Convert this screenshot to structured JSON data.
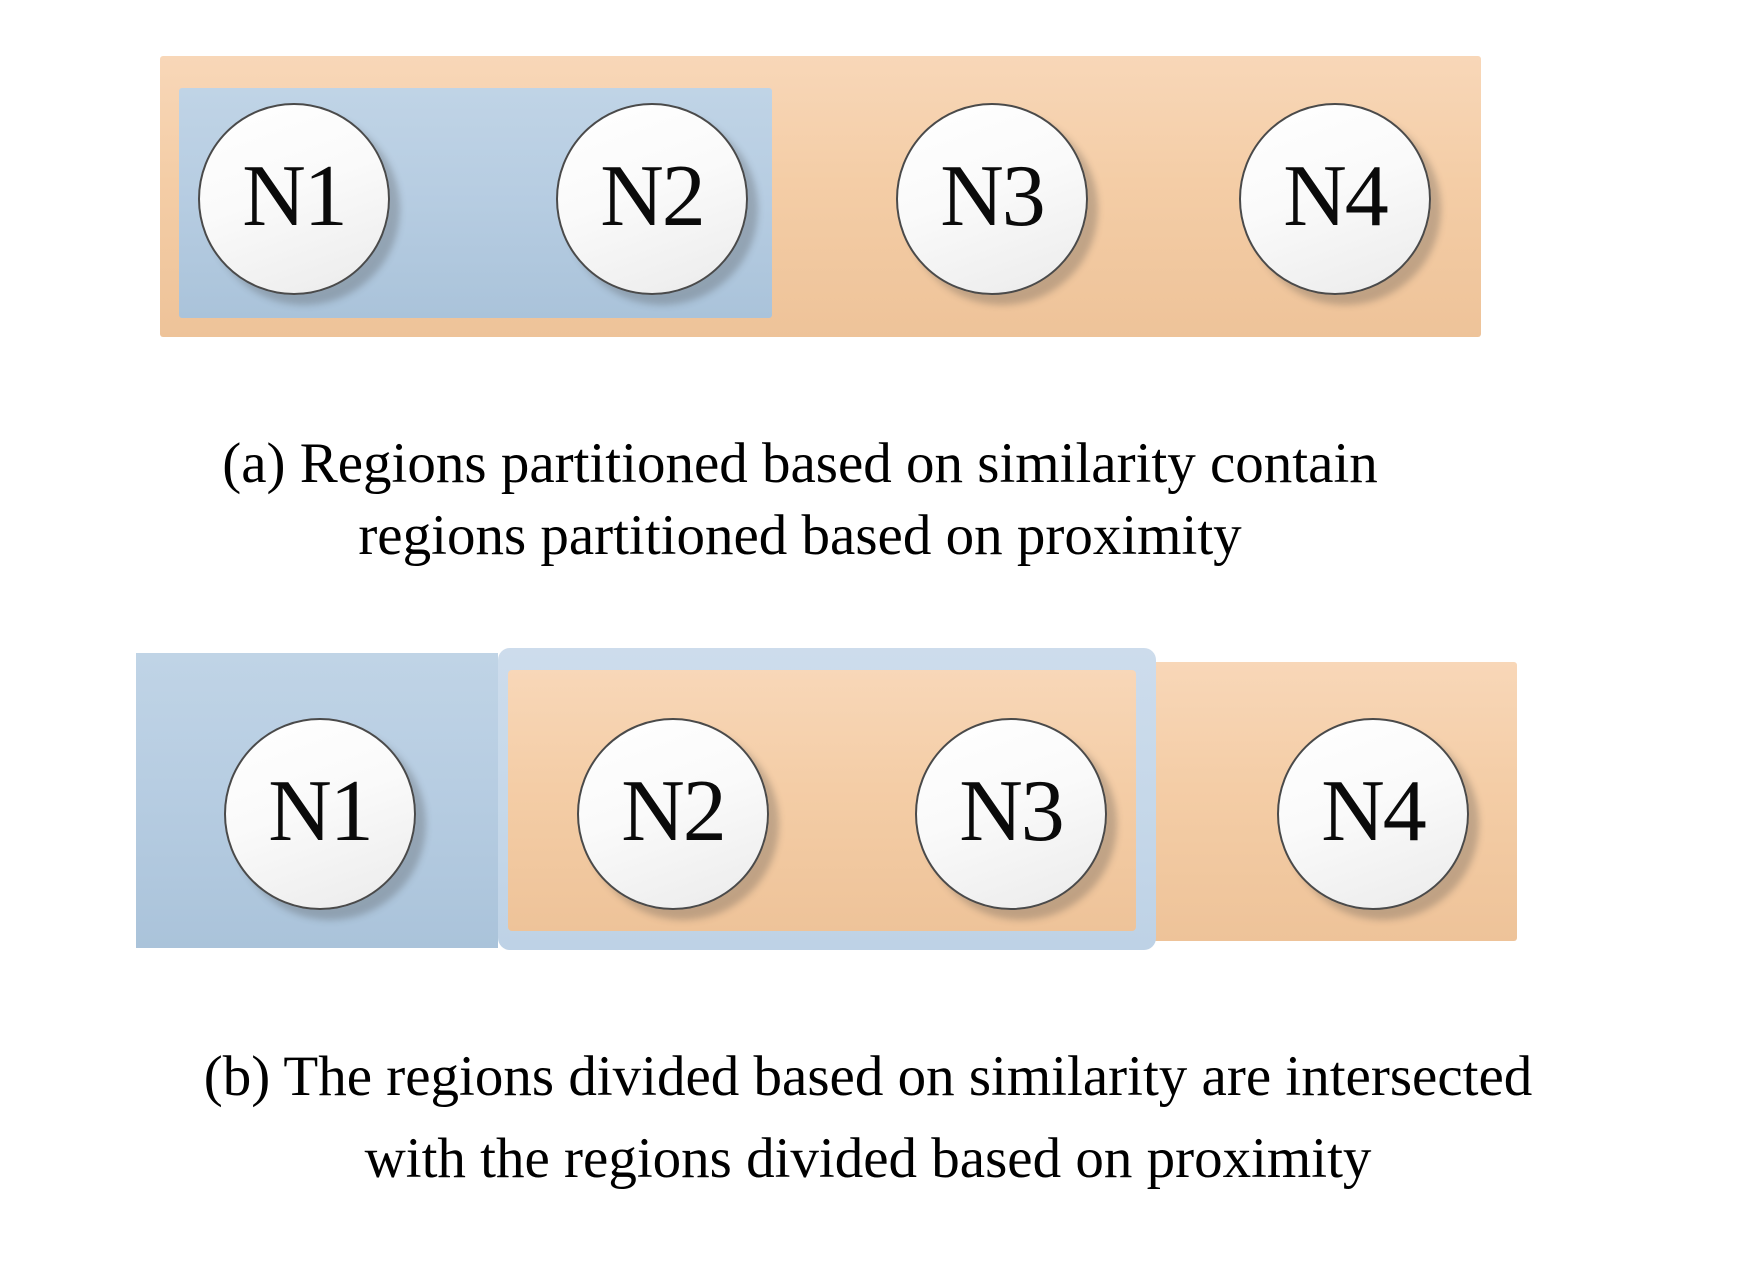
{
  "diagram_a": {
    "nodes": [
      "N1",
      "N2",
      "N3",
      "N4"
    ],
    "caption_line1": "(a) Regions partitioned based on similarity contain",
    "caption_line2": "regions partitioned based on proximity"
  },
  "diagram_b": {
    "nodes": [
      "N1",
      "N2",
      "N3",
      "N4"
    ],
    "caption_line1": "(b) The regions divided based on similarity are intersected",
    "caption_line2": "with the regions divided based on proximity"
  },
  "colors": {
    "similarity_region_orange": "#f4cda6",
    "proximity_region_blue": "#b7cde2",
    "intersection_border_blue": "#c6d8e9",
    "node_fill": "#f7f7f7",
    "node_border": "#4a4a4a",
    "text": "#000000"
  }
}
